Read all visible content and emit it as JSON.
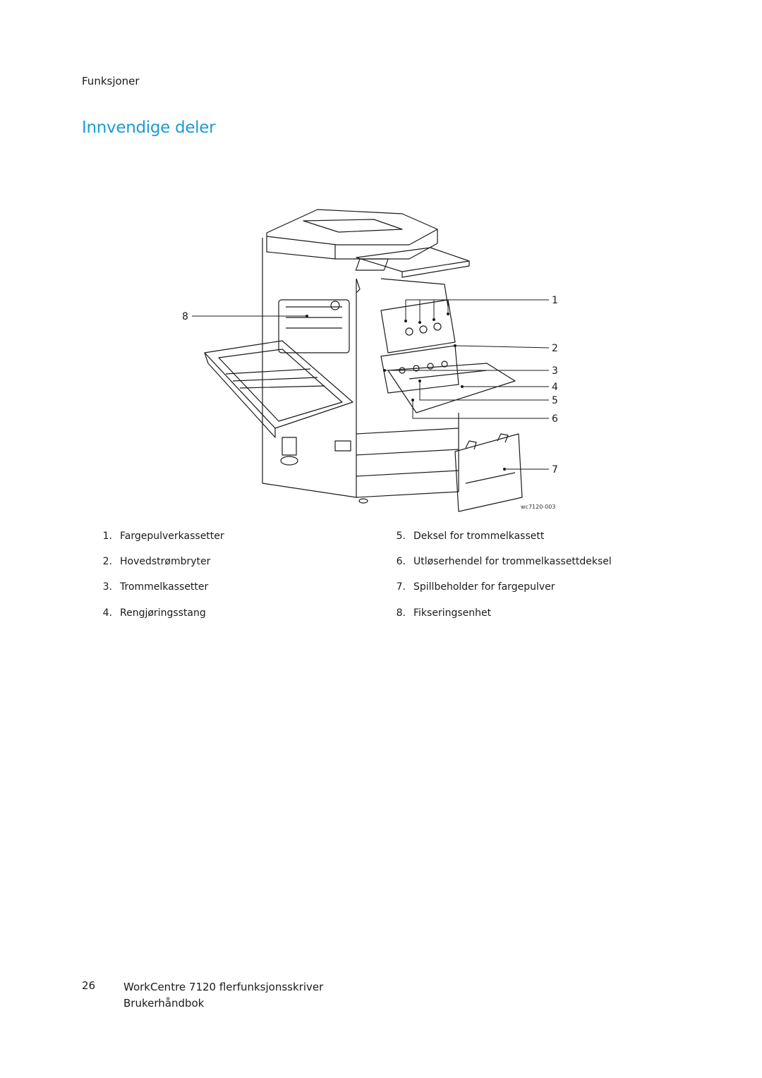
{
  "header": {
    "section": "Funksjoner"
  },
  "title": "Innvendige deler",
  "figure": {
    "callouts": [
      "1",
      "2",
      "3",
      "4",
      "5",
      "6",
      "7",
      "8"
    ],
    "figure_id": "wc7120-003"
  },
  "legend": [
    {
      "num": "1.",
      "label": "Fargepulverkassetter"
    },
    {
      "num": "2.",
      "label": "Hovedstrømbryter"
    },
    {
      "num": "3.",
      "label": "Trommelkassetter"
    },
    {
      "num": "4.",
      "label": "Rengjøringsstang"
    },
    {
      "num": "5.",
      "label": "Deksel for trommelkassett"
    },
    {
      "num": "6.",
      "label": "Utløserhendel for trommelkassettdeksel"
    },
    {
      "num": "7.",
      "label": "Spillbeholder for fargepulver"
    },
    {
      "num": "8.",
      "label": "Fikseringsenhet"
    }
  ],
  "footer": {
    "page_number": "26",
    "product": "WorkCentre 7120 flerfunksjonsskriver",
    "guide": "Brukerhåndbok"
  }
}
